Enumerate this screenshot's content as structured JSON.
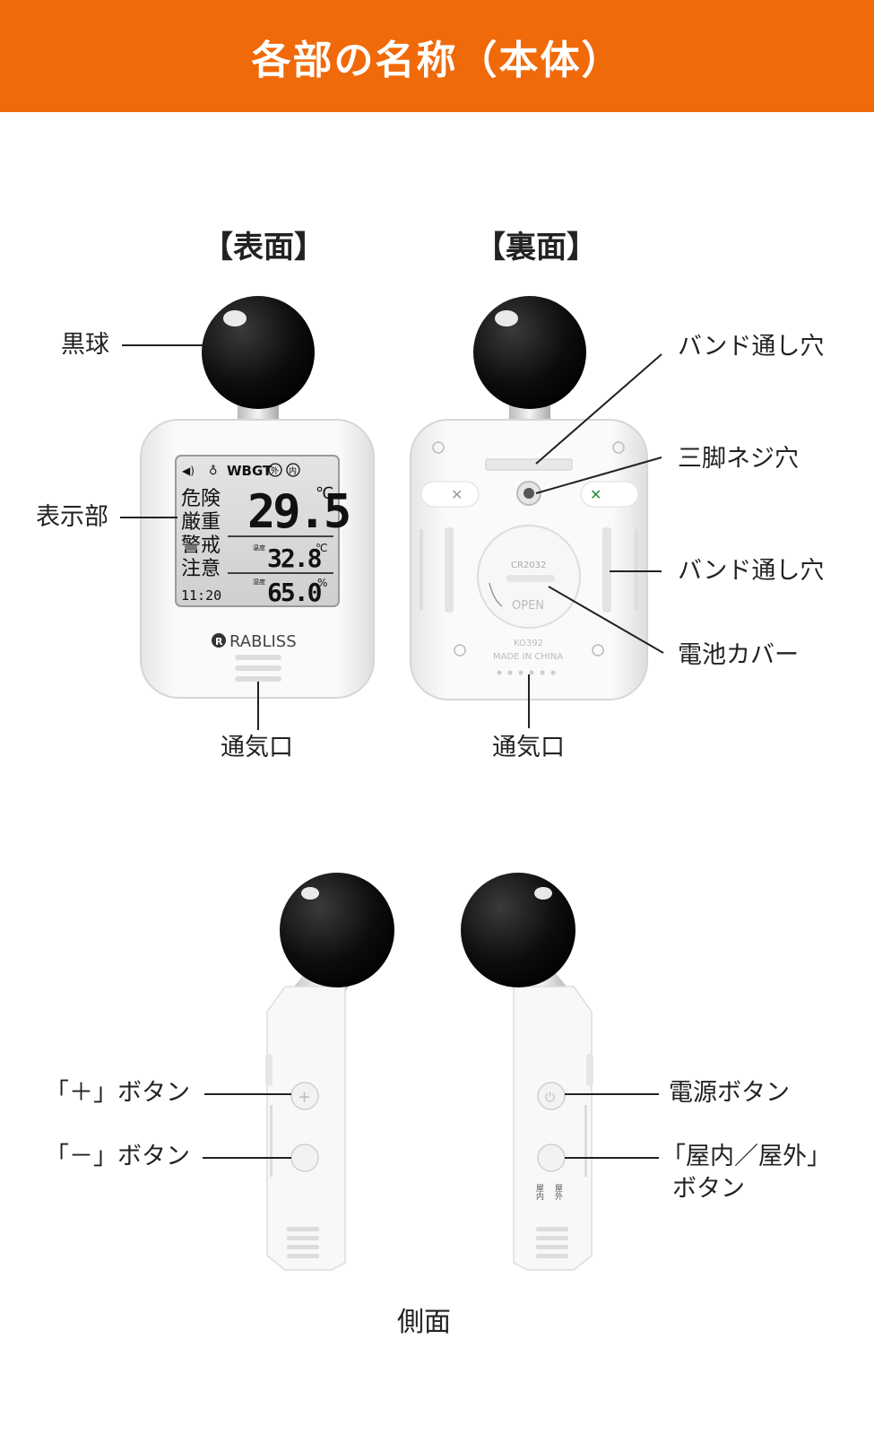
{
  "banner": {
    "title": "各部の名称（本体）",
    "color": "#f06a0a"
  },
  "front": {
    "heading": "【表面】",
    "labels": {
      "ball": "黒球",
      "display": "表示部",
      "vent": "通気口"
    },
    "lcd": {
      "header": "WBGT",
      "out_badge": "外",
      "in_badge": "内",
      "levels": [
        "危険",
        "厳重",
        "警戒",
        "注意"
      ],
      "wbgt_value": "29.5",
      "wbgt_unit": "℃",
      "temp_label": "温度",
      "temp_value": "32.8",
      "temp_unit": "℃",
      "hum_label": "湿度",
      "hum_value": "65.0",
      "hum_unit": "%",
      "time": "11:20"
    },
    "brand": "RABLISS"
  },
  "back": {
    "heading": "【裏面】",
    "labels": {
      "band_hole_top": "バンド通し穴",
      "tripod_hole": "三脚ネジ穴",
      "band_hole_side": "バンド通し穴",
      "battery_cover": "電池カバー",
      "vent": "通気口"
    },
    "battery": {
      "type": "CR2032",
      "open": "OPEN"
    },
    "model": "KO392",
    "made_in": "MADE IN CHINA"
  },
  "side": {
    "caption": "側面",
    "labels": {
      "plus_button": "「＋」ボタン",
      "minus_button": "「－」ボタン",
      "power_button": "電源ボタン",
      "inout_button_line1": "「屋内／屋外」",
      "inout_button_line2": "ボタン"
    },
    "inout_marks": {
      "indoor": "屋内",
      "outdoor": "屋外"
    }
  }
}
